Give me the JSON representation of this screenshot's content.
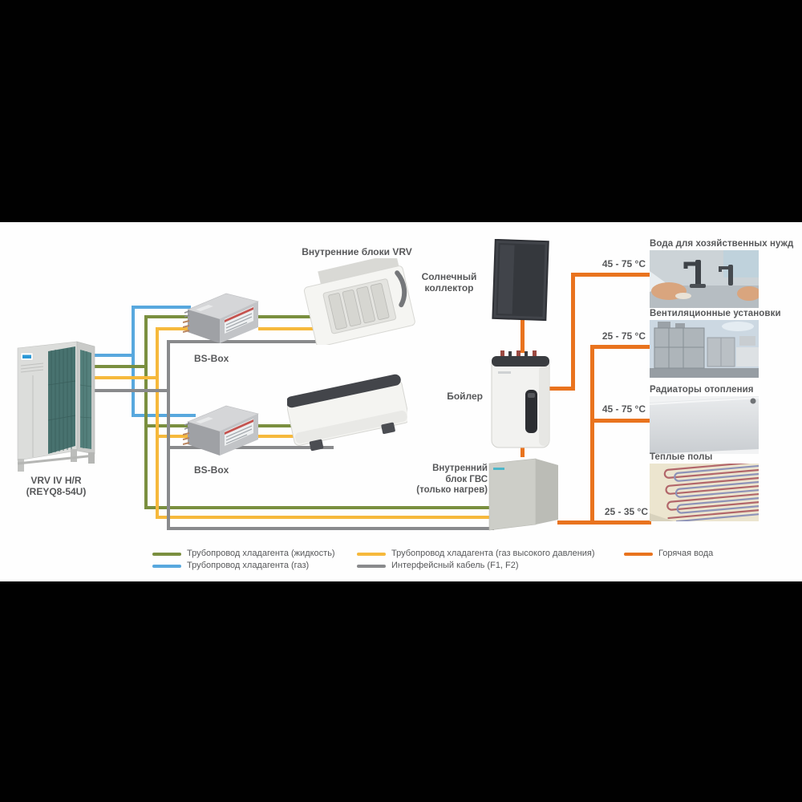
{
  "colors": {
    "liquid": "#7a8f3f",
    "gas": "#58a8de",
    "hp_gas": "#f6b93c",
    "interface": "#898a8c",
    "hot_water": "#e9731e",
    "text": "#57585a"
  },
  "diagram": {
    "outdoor_unit": {
      "label_line1": "VRV IV H/R",
      "label_line2": "(REYQ8-54U)"
    },
    "bs_box_top_label": "BS-Box",
    "bs_box_bottom_label": "BS-Box",
    "vrv_indoor_label": "Внутренние блоки VRV",
    "solar_collector": {
      "label_line1": "Солнечный",
      "label_line2": "коллектор"
    },
    "boiler_label": "Бойлер",
    "dhw_unit": {
      "label_line1": "Внутренний",
      "label_line2": "блок ГВС",
      "label_line3": "(только нагрев)"
    },
    "outputs": [
      {
        "label": "Вода для хозяйственных нужд",
        "temp": "45 - 75 °C"
      },
      {
        "label": "Вентиляционные установки",
        "temp": "25 - 75 °C"
      },
      {
        "label": "Радиаторы отопления",
        "temp": "45 - 75 °C"
      },
      {
        "label": "Теплые полы",
        "temp": "25 - 35 °C"
      }
    ]
  },
  "legend": {
    "items": [
      {
        "label": "Трубопровод хладагента (жидкость)"
      },
      {
        "label": "Трубопровод хладагента (газ)"
      },
      {
        "label": "Трубопровод хладагента (газ высокого давления)"
      },
      {
        "label": "Интерфейсный кабель (F1, F2)"
      },
      {
        "label": "Горячая вода"
      }
    ]
  }
}
